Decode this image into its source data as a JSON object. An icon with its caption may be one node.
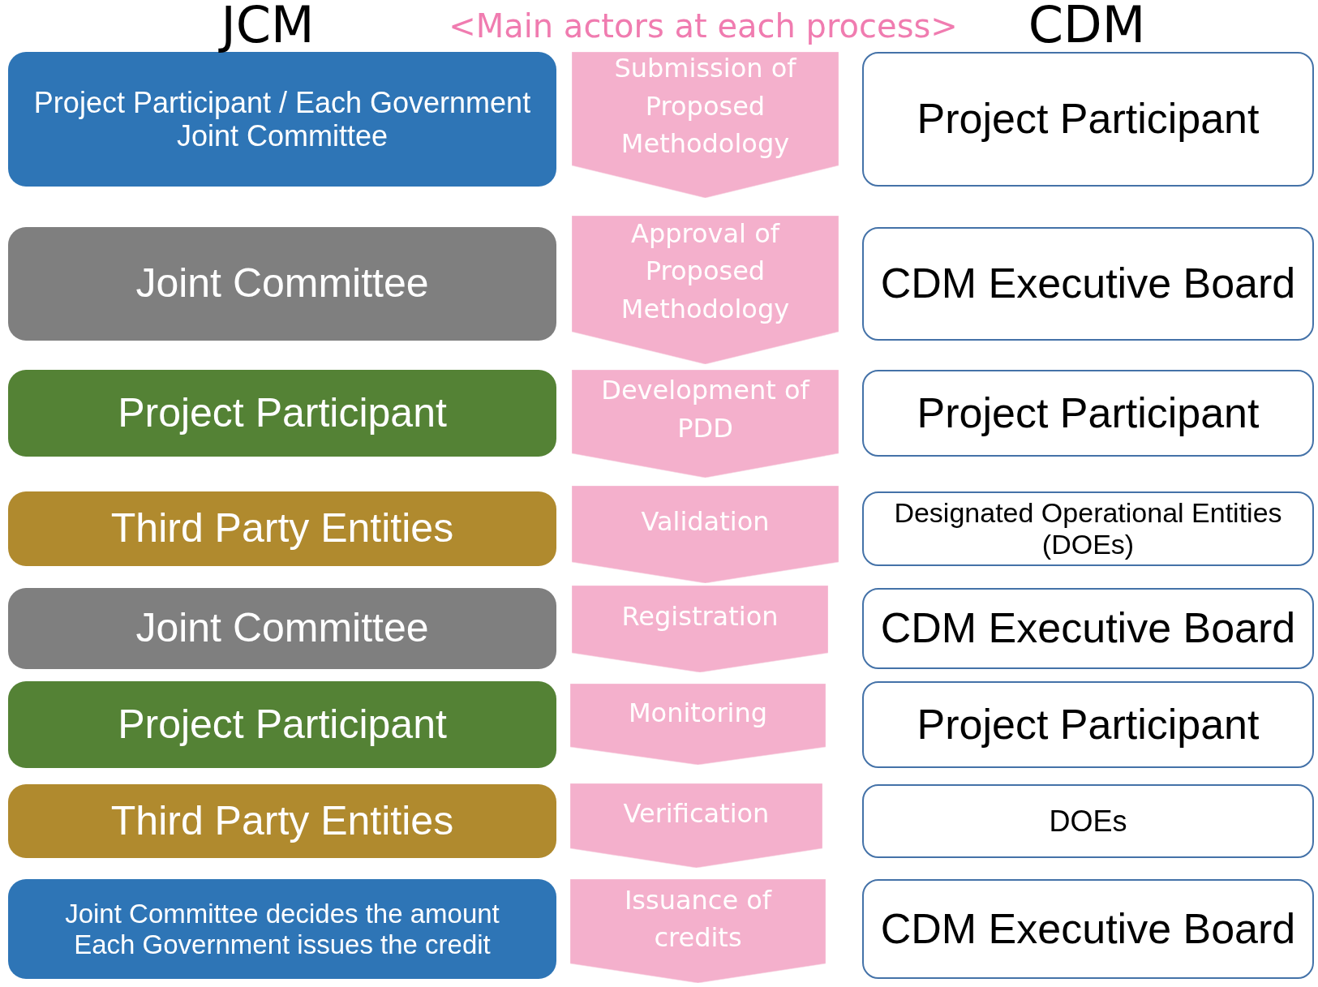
{
  "diagram": {
    "nodes": [
      {
        "text": [
          "Project Participant / Each Government",
          "Joint Committee"
        ]
      },
      {
        "text": [
          "Submission of Proposed Methodology"
        ]
      },
      {
        "text": [
          "Project Participant"
        ]
      },
      {
        "text": [
          "Joint Committee"
        ]
      },
      {
        "text": [
          "Approval of Proposed Methodology"
        ]
      },
      {
        "text": [
          "CDM Executive Board"
        ]
      },
      {
        "text": [
          "Project Participant"
        ]
      },
      {
        "text": [
          "Development of PDD"
        ]
      },
      {
        "text": [
          "Project Participant"
        ]
      },
      {
        "text": [
          "Third Party Entities"
        ]
      },
      {
        "text": [
          "Validation"
        ]
      },
      {
        "text": [
          "Designated Operational Entities (DOEs)"
        ]
      },
      {
        "text": [
          "Joint Committee"
        ]
      },
      {
        "text": [
          "Registration"
        ]
      },
      {
        "text": [
          "CDM Executive Board"
        ]
      },
      {
        "text": [
          "Project Participant"
        ]
      },
      {
        "text": [
          "Monitoring"
        ]
      },
      {
        "text": [
          "Project Participant"
        ]
      },
      {
        "text": [
          "Third Party Entities"
        ]
      },
      {
        "text": [
          "Verification"
        ]
      },
      {
        "text": [
          "DOEs"
        ]
      },
      {
        "text": [
          "Joint Committee decides the amount",
          "Each Government issues the credit"
        ]
      },
      {
        "text": [
          "Issuance of credits"
        ]
      },
      {
        "text": [
          "CDM Executive Board"
        ]
      }
    ],
    "edges": [],
    "labels": [
      "JCM",
      "<Main actors at each process>",
      "CDM"
    ]
  }
}
